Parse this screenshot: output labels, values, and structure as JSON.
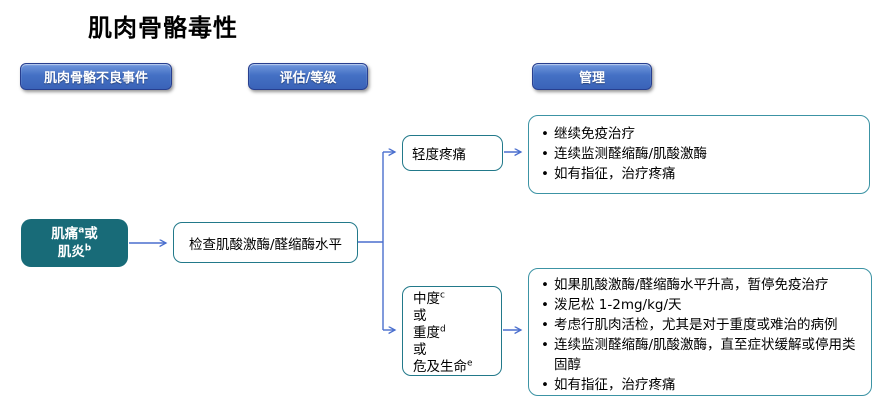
{
  "title": "肌肉骨骼毒性",
  "column_headers": {
    "adverse_events": "肌肉骨骼不良事件",
    "assessment_grading": "评估/等级",
    "management": "管理"
  },
  "flow": {
    "adverse_event_box": {
      "line1_text": "肌痛",
      "line1_sup": "a",
      "line1_suffix": "或",
      "line2_text": "肌炎",
      "line2_sup": "b"
    },
    "assessment_box": {
      "label": "检查肌酸激酶/醛缩酶水平"
    },
    "mild_box": {
      "label": "轻度疼痛"
    },
    "grade_box": {
      "lines": [
        {
          "text": "中度",
          "sup": "c"
        },
        {
          "text": "或",
          "sup": ""
        },
        {
          "text": "重度",
          "sup": "d"
        },
        {
          "text": "或",
          "sup": ""
        },
        {
          "text": "危及生命",
          "sup": "e"
        }
      ]
    },
    "mild_management_box": {
      "bullets": [
        "继续免疫治疗",
        "连续监测醛缩酶/肌酸激酶",
        "如有指征，治疗疼痛"
      ]
    },
    "severe_management_box": {
      "bullets": [
        "如果肌酸激酶/醛缩酶水平升高，暂停免疫治疗",
        "泼尼松 1-2mg/kg/天",
        "考虑行肌肉活检，尤其是对于重度或难治的病例",
        "连续监测醛缩酶/肌酸激酶，直至症状缓解或停用类固醇",
        "如有指征，治疗疼痛"
      ]
    }
  },
  "colors": {
    "header_button_blue": "#4470c4",
    "header_button_border": "#283f8f",
    "event_box_teal": "#186b78",
    "process_box_border_teal": "#22798a",
    "management_box_border_teal": "#3c93a4",
    "arrow_blue": "#4a6fce",
    "text_black": "#000000",
    "background": "#ffffff"
  }
}
